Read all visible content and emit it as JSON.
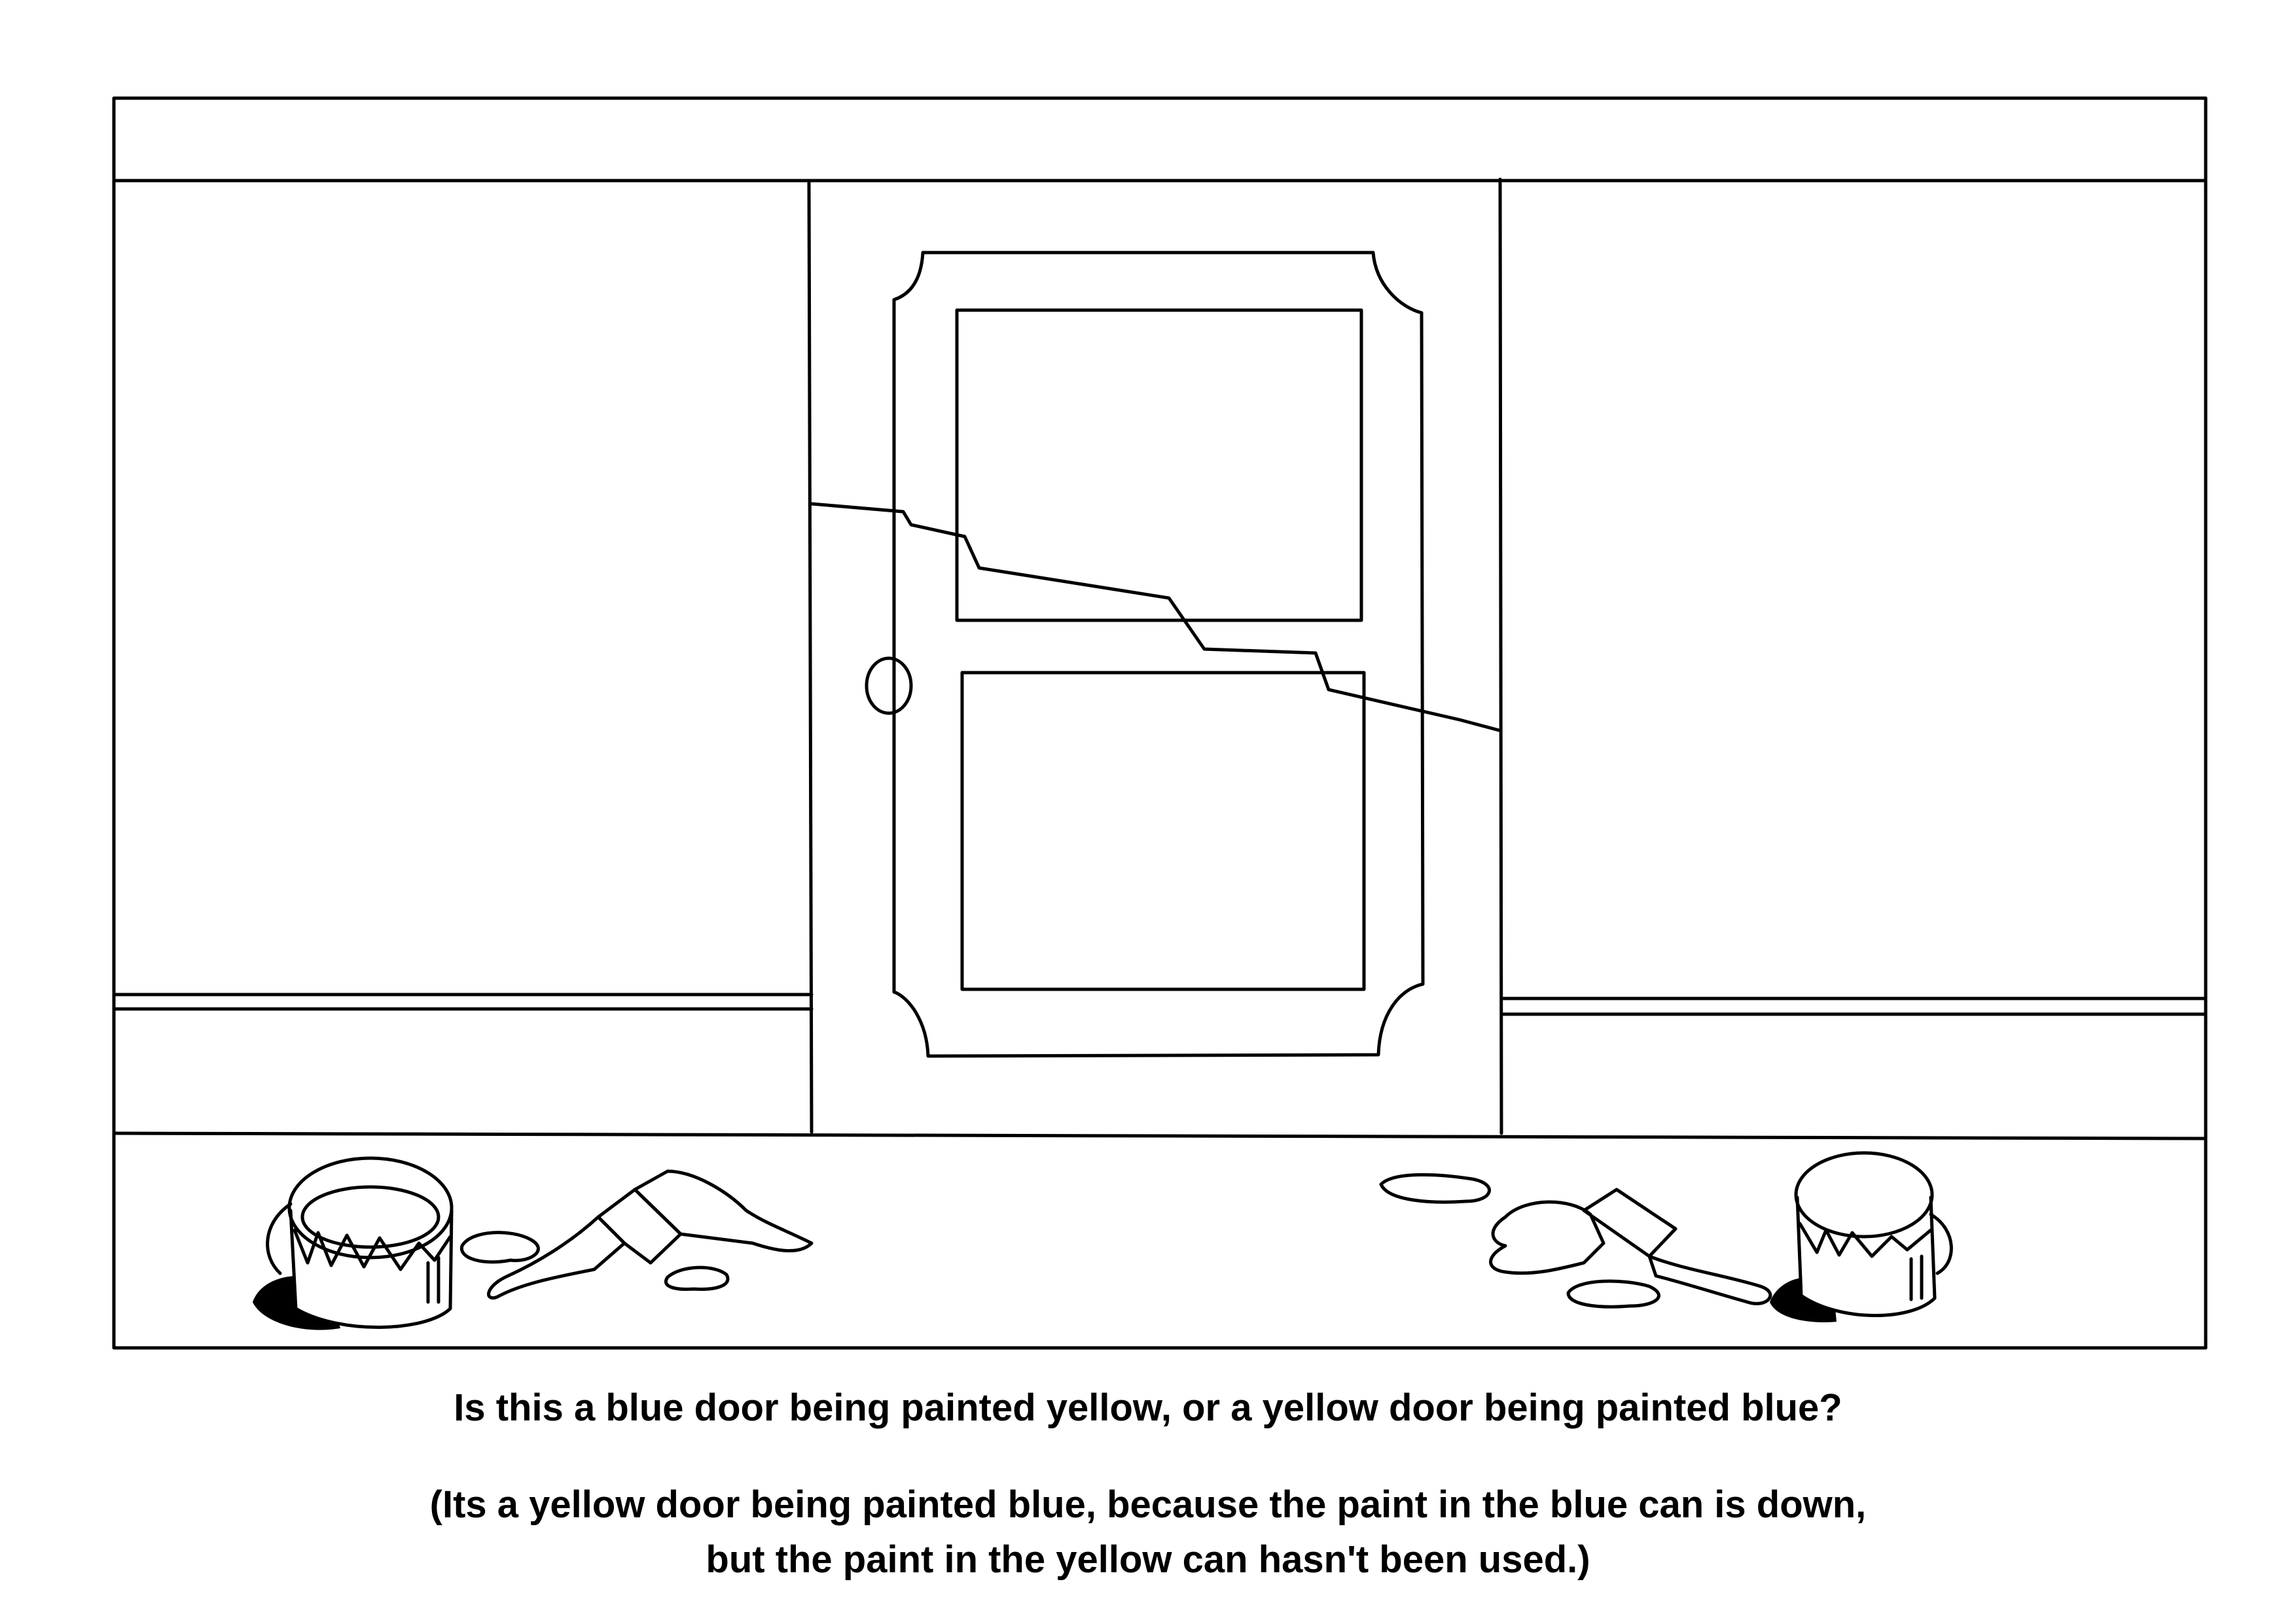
{
  "caption": {
    "question": "Is this a blue door being painted yellow, or a yellow door being painted blue?",
    "answer_line_1": "(Its a yellow door being painted blue, because the paint in the blue can is down,",
    "answer_line_2": "but the paint in the yellow can hasn't been used.)"
  },
  "colors": {
    "ink": "#000000",
    "paper": "#ffffff"
  }
}
